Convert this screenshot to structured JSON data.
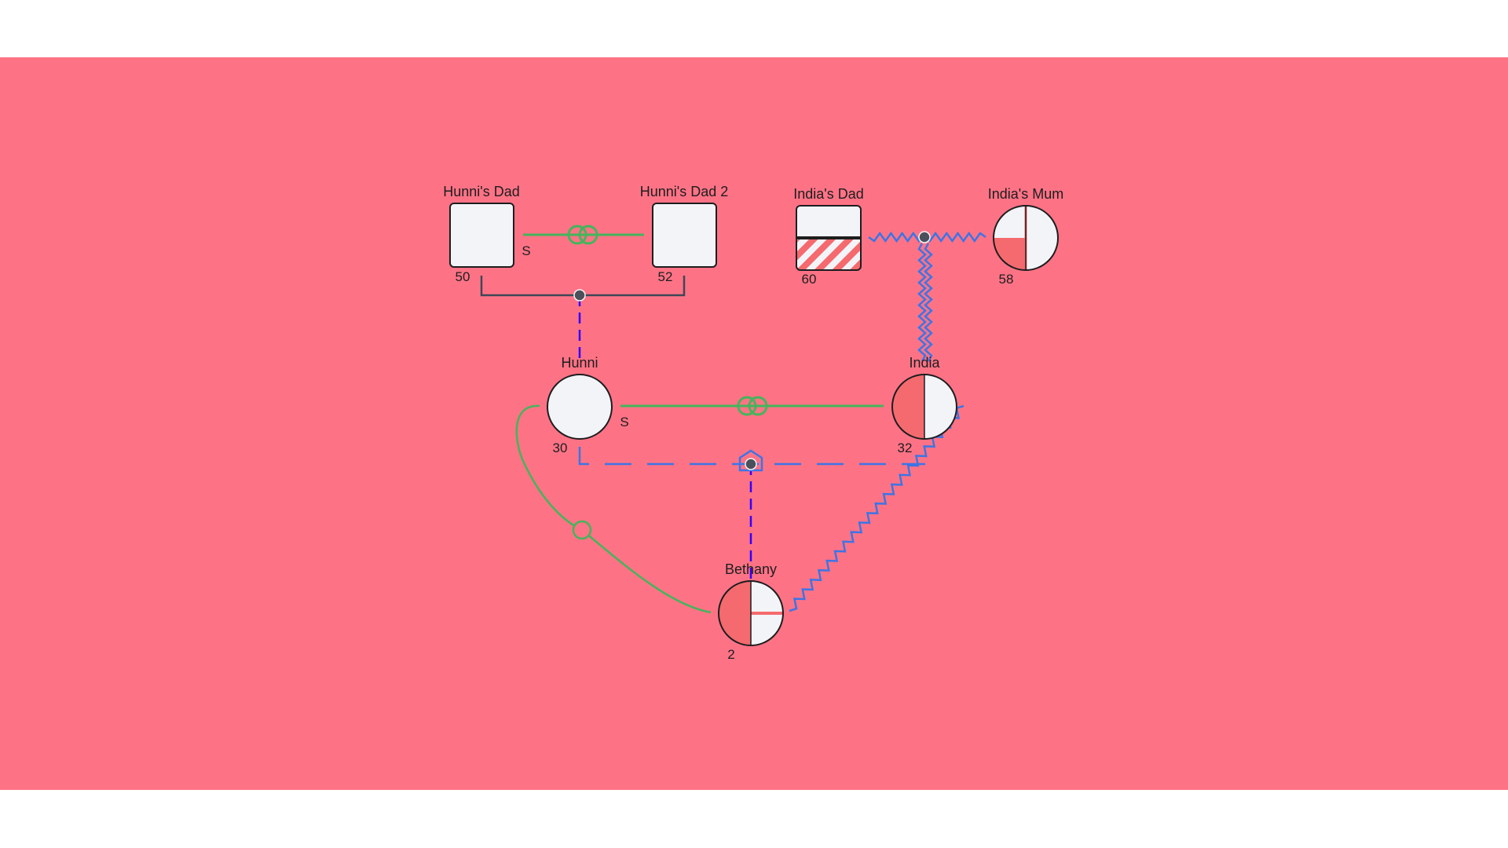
{
  "colors": {
    "canvas_bg": "#fd7385",
    "page_bg": "#ffffff",
    "node_fill": "#f2f4f8",
    "node_stroke": "#1d1d1f",
    "affected_fill": "#f56a6e",
    "partnership_green": "#43b55c",
    "descent_line": "#3f4756",
    "child_dash": "#3300ff",
    "hostile_blue": "#3d74e6",
    "junction_dot": "#4b505a"
  },
  "people": {
    "hunnis_dad": {
      "name": "Hunni's Dad",
      "age": "50",
      "marker": "S"
    },
    "hunnis_dad2": {
      "name": "Hunni's Dad 2",
      "age": "52"
    },
    "indias_dad": {
      "name": "India's Dad",
      "age": "60"
    },
    "indias_mum": {
      "name": "India's Mum",
      "age": "58"
    },
    "hunni": {
      "name": "Hunni",
      "age": "30",
      "marker": "S"
    },
    "india": {
      "name": "India",
      "age": "32"
    },
    "bethany": {
      "name": "Bethany",
      "age": "2"
    }
  },
  "icons": {
    "marriage": "interlocking-rings-icon",
    "junction": "junction-dot-icon",
    "adoption": "pentagon-house-icon"
  }
}
